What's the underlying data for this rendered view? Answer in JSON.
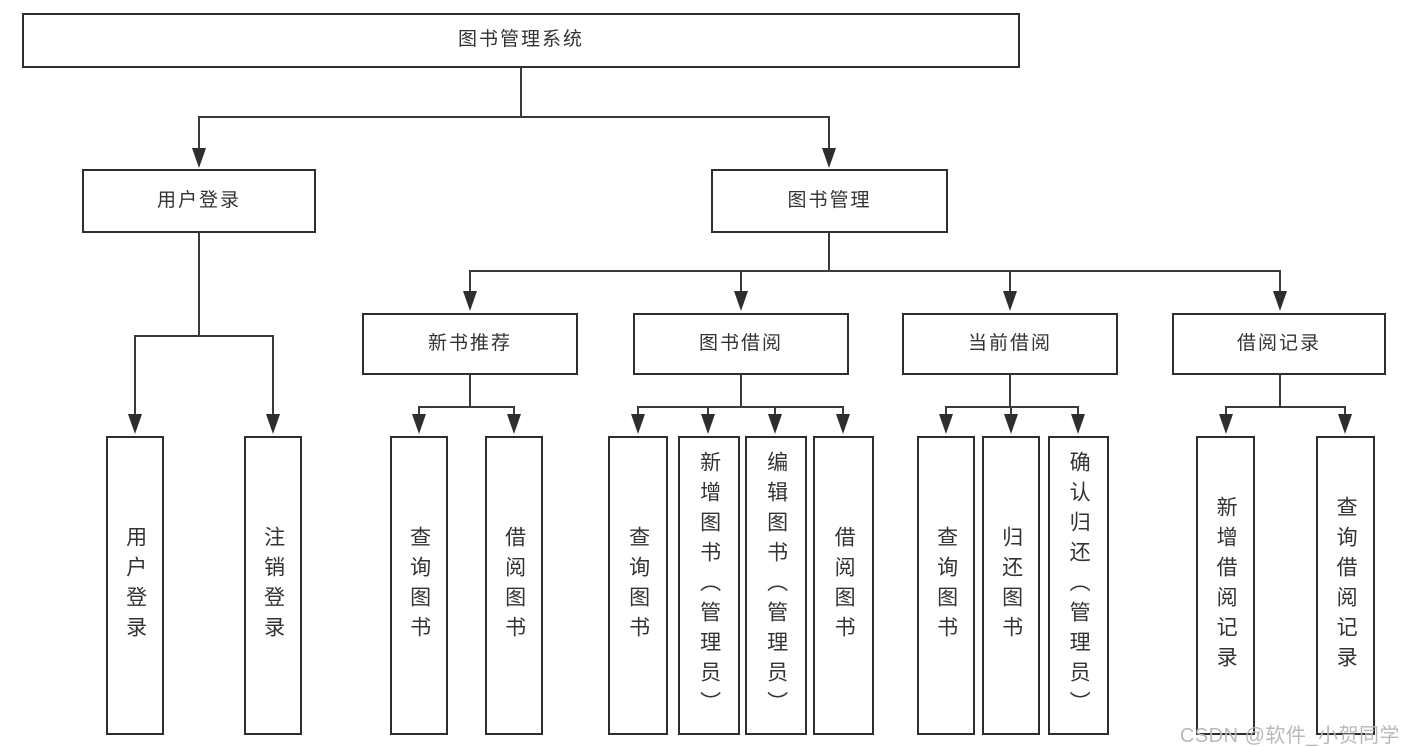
{
  "diagram": {
    "root": {
      "label": "图书管理系统"
    },
    "children": [
      {
        "label": "用户登录",
        "children": [
          {
            "label": "用户登录"
          },
          {
            "label": "注销登录"
          }
        ]
      },
      {
        "label": "图书管理",
        "children": [
          {
            "label": "新书推荐",
            "children": [
              {
                "label": "查询图书"
              },
              {
                "label": "借阅图书"
              }
            ]
          },
          {
            "label": "图书借阅",
            "children": [
              {
                "label": "查询图书"
              },
              {
                "label": "新增图书（管理员）"
              },
              {
                "label": "编辑图书（管理员）"
              },
              {
                "label": "借阅图书"
              }
            ]
          },
          {
            "label": "当前借阅",
            "children": [
              {
                "label": "查询图书"
              },
              {
                "label": "归还图书"
              },
              {
                "label": "确认归还（管理员）"
              }
            ]
          },
          {
            "label": "借阅记录",
            "children": [
              {
                "label": "新增借阅记录"
              },
              {
                "label": "查询借阅记录"
              }
            ]
          }
        ]
      }
    ]
  },
  "watermark": {
    "text": "CSDN @软件_小贺同学"
  },
  "colors": {
    "background": "#ffffff",
    "line": "#3a3a3a",
    "node_border": "#2e2e2e",
    "node_fill": "#ffffff",
    "text": "#333333",
    "watermark": "#b9b9b9"
  }
}
